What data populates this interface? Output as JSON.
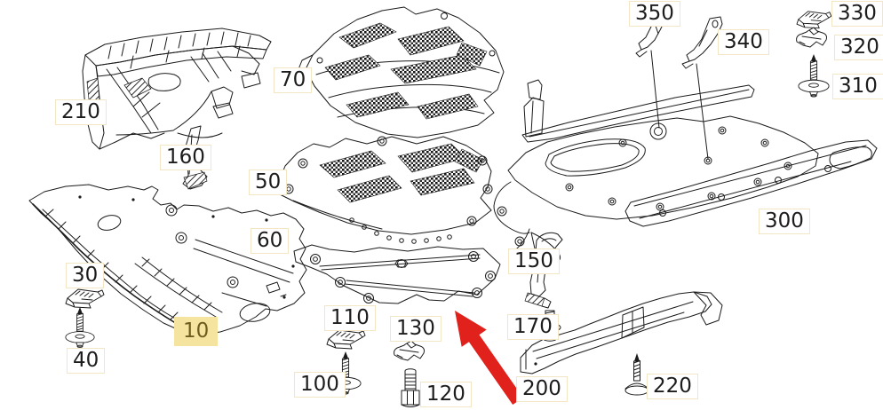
{
  "labels": {
    "p10": "10",
    "p30": "30",
    "p40": "40",
    "p50": "50",
    "p60": "60",
    "p70": "70",
    "p100": "100",
    "p110": "110",
    "p120": "120",
    "p130": "130",
    "p150": "150",
    "p160": "160",
    "p170": "170",
    "p200": "200",
    "p210": "210",
    "p220": "220",
    "p300": "300",
    "p310": "310",
    "p320": "320",
    "p330": "330",
    "p340": "340",
    "p350": "350"
  },
  "highlight": {
    "part": "10",
    "bg": "#f5e3a0",
    "text_color": "#6d5c1e"
  },
  "colors": {
    "background": "#ffffff",
    "line": "#1b1b1b",
    "label_text": "#1c1c1c",
    "label_box_border": "#f2e6c5",
    "arrow": "#e0211c"
  },
  "icons": {
    "arrow": "red-arrow-pointer",
    "fasteners": [
      "clip",
      "screw-with-washer",
      "bolt-stud",
      "flanged-bolt",
      "self-tapping-screw"
    ]
  }
}
